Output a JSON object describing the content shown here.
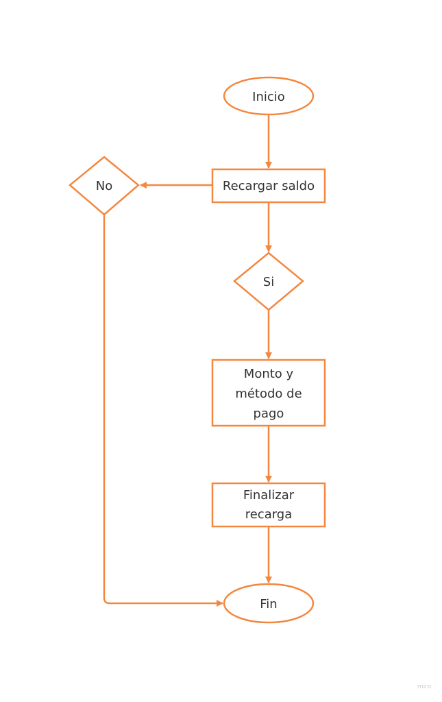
{
  "diagram": {
    "accent_color": "#f4873f",
    "nodes": {
      "inicio": "Inicio",
      "recargar": "Recargar saldo",
      "no": "No",
      "si": "Si",
      "monto": [
        "Monto y",
        "método de",
        "pago"
      ],
      "finalizar": [
        "Finalizar",
        "recarga"
      ],
      "fin": "Fin"
    },
    "edges": [
      [
        "Inicio",
        "Recargar saldo"
      ],
      [
        "Recargar saldo",
        "No"
      ],
      [
        "Recargar saldo",
        "Si"
      ],
      [
        "Si",
        "Monto y método de pago"
      ],
      [
        "Monto y método de pago",
        "Finalizar recarga"
      ],
      [
        "Finalizar recarga",
        "Fin"
      ],
      [
        "No",
        "Fin"
      ]
    ]
  },
  "watermark": "miro"
}
